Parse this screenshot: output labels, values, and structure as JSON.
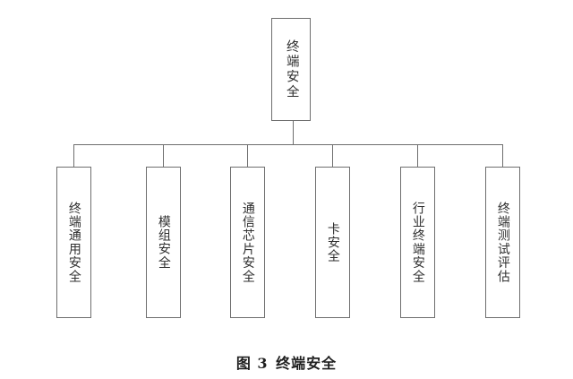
{
  "figure": {
    "caption_prefix": "图 3",
    "caption_title": "终端安全",
    "caption_full": "图 3 终端安全",
    "type": "organization-tree-diagram",
    "orientation": "top-down",
    "text_direction": "vertical"
  },
  "colors": {
    "background": "#ffffff",
    "box_border": "#6e6e6e",
    "box_fill": "#ffffff",
    "node_text": "#2f2f2f",
    "connector": "#6e6e6e",
    "caption_text": "#1f1f1f"
  },
  "tree": {
    "root": {
      "label": "终端安全",
      "level": 0
    },
    "children": [
      {
        "index": 1,
        "label": "终端通用安全",
        "level": 1
      },
      {
        "index": 2,
        "label": "模组安全",
        "level": 1
      },
      {
        "index": 3,
        "label": "通信芯片安全",
        "level": 1
      },
      {
        "index": 4,
        "label": "卡安全",
        "level": 1
      },
      {
        "index": 5,
        "label": "行业终端安全",
        "level": 1
      },
      {
        "index": 6,
        "label": "终端测试评估",
        "level": 1
      }
    ],
    "child_count": 6
  }
}
